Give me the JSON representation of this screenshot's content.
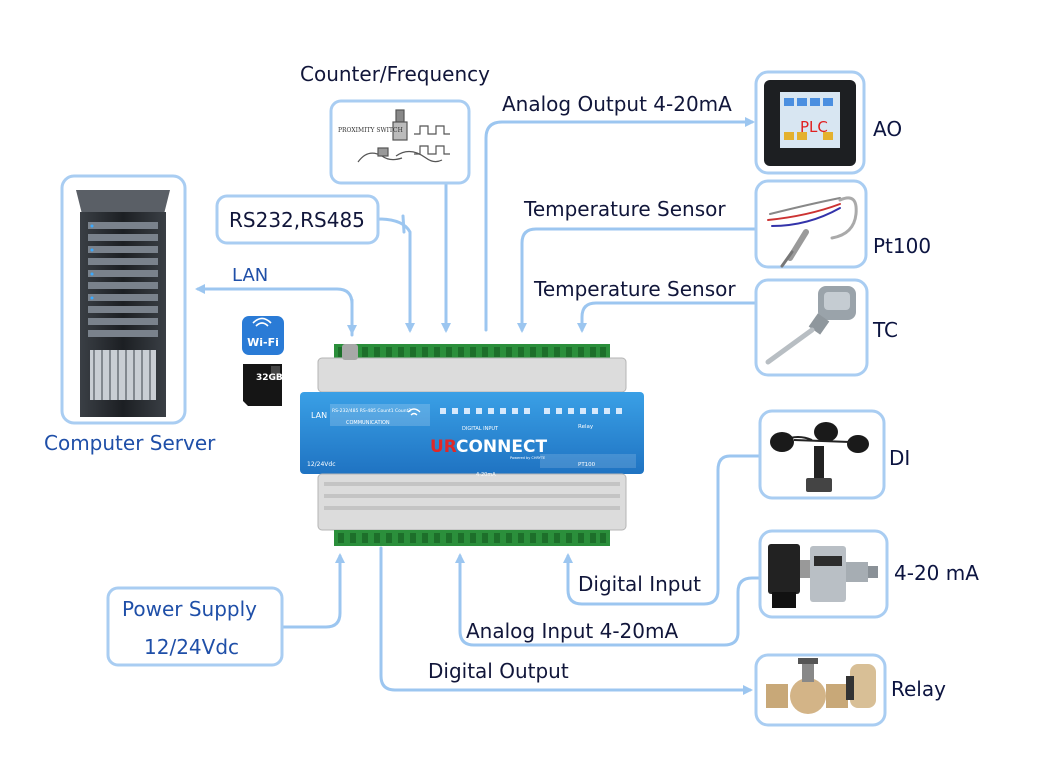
{
  "labels": {
    "counter": "Counter/Frequency",
    "analog_output": "Analog Output 4-20mA",
    "rs": "RS232,RS485",
    "temp1": "Temperature Sensor",
    "temp2": "Temperature Sensor",
    "lan": "LAN",
    "computer_server": "Computer Server",
    "digital_input": "Digital Input",
    "analog_input": "Analog Input 4-20mA",
    "digital_output": "Digital Output",
    "power_supply": "Power Supply",
    "power_voltage": "12/24Vdc"
  },
  "devices": {
    "ao": "AO",
    "pt100": "Pt100",
    "tc": "TC",
    "di": "DI",
    "ma": "4-20 mA",
    "relay": "Relay"
  },
  "module": {
    "brand_ur": "UR",
    "brand_rest": "CONNECT",
    "brand_sub": "Powered by CHRYTE",
    "lan": "LAN",
    "power": "12/24Vdc",
    "communication": "COMMUNICATION",
    "comm_ports": "RS-232/485  RS-485  Count1  Count2",
    "digital_input": "DIGITAL INPUT",
    "relay": "Relay",
    "pt100": "PT100",
    "ma": "4-20mA"
  },
  "wifi_badge": "Wi-Fi",
  "sd_card": "32GB",
  "plc_screen": "PLC",
  "proximity_switch": "PROXIMITY SWITCH",
  "colors": {
    "arrow": "#9cc6f0",
    "label": "#1f4fa8",
    "box_border": "#a9cdf2",
    "module": "#2f8fd8"
  }
}
